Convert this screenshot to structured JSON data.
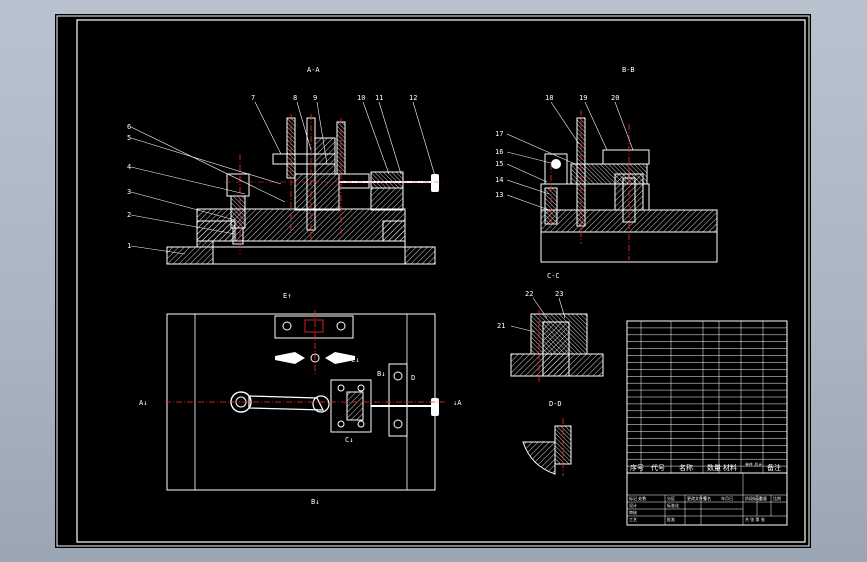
{
  "sections": {
    "aa": "A-A",
    "bb": "B-B",
    "cc": "C-C",
    "dd": "D-D",
    "view_e": "E↑",
    "view_b_left": "B↓",
    "view_b_bottom": "B↓",
    "view_c": "C↓",
    "view_c_bottom": "C↓",
    "a_left": "A↓",
    "a_right": "↓A",
    "d_mark": "D"
  },
  "callouts_aa_left": [
    "6",
    "5",
    "4",
    "3",
    "2",
    "1"
  ],
  "callouts_aa_top": [
    "7",
    "8",
    "9",
    "10",
    "11",
    "12"
  ],
  "callouts_bb_left": [
    "17",
    "16",
    "15",
    "14",
    "13"
  ],
  "callouts_bb_top": [
    "18",
    "19",
    "20"
  ],
  "callouts_cc": [
    "21",
    "22",
    "23"
  ],
  "bom": {
    "rows": 21,
    "header": [
      "序号",
      "代号",
      "名称",
      "数量",
      "材料",
      "单件 总计",
      "备注"
    ]
  },
  "title_block": {
    "cells": [
      "标记 处数",
      "分区",
      "更改文件号",
      "签名",
      "年月日",
      "设计",
      "标准化",
      "阶段标记",
      "重量",
      "比例",
      "审核",
      "工艺",
      "批准",
      "共 张 第 张"
    ]
  },
  "colors": {
    "background": "#000000",
    "line": "#ffffff",
    "hatch": "#ffffff",
    "centerline": "#ff2a2a"
  }
}
